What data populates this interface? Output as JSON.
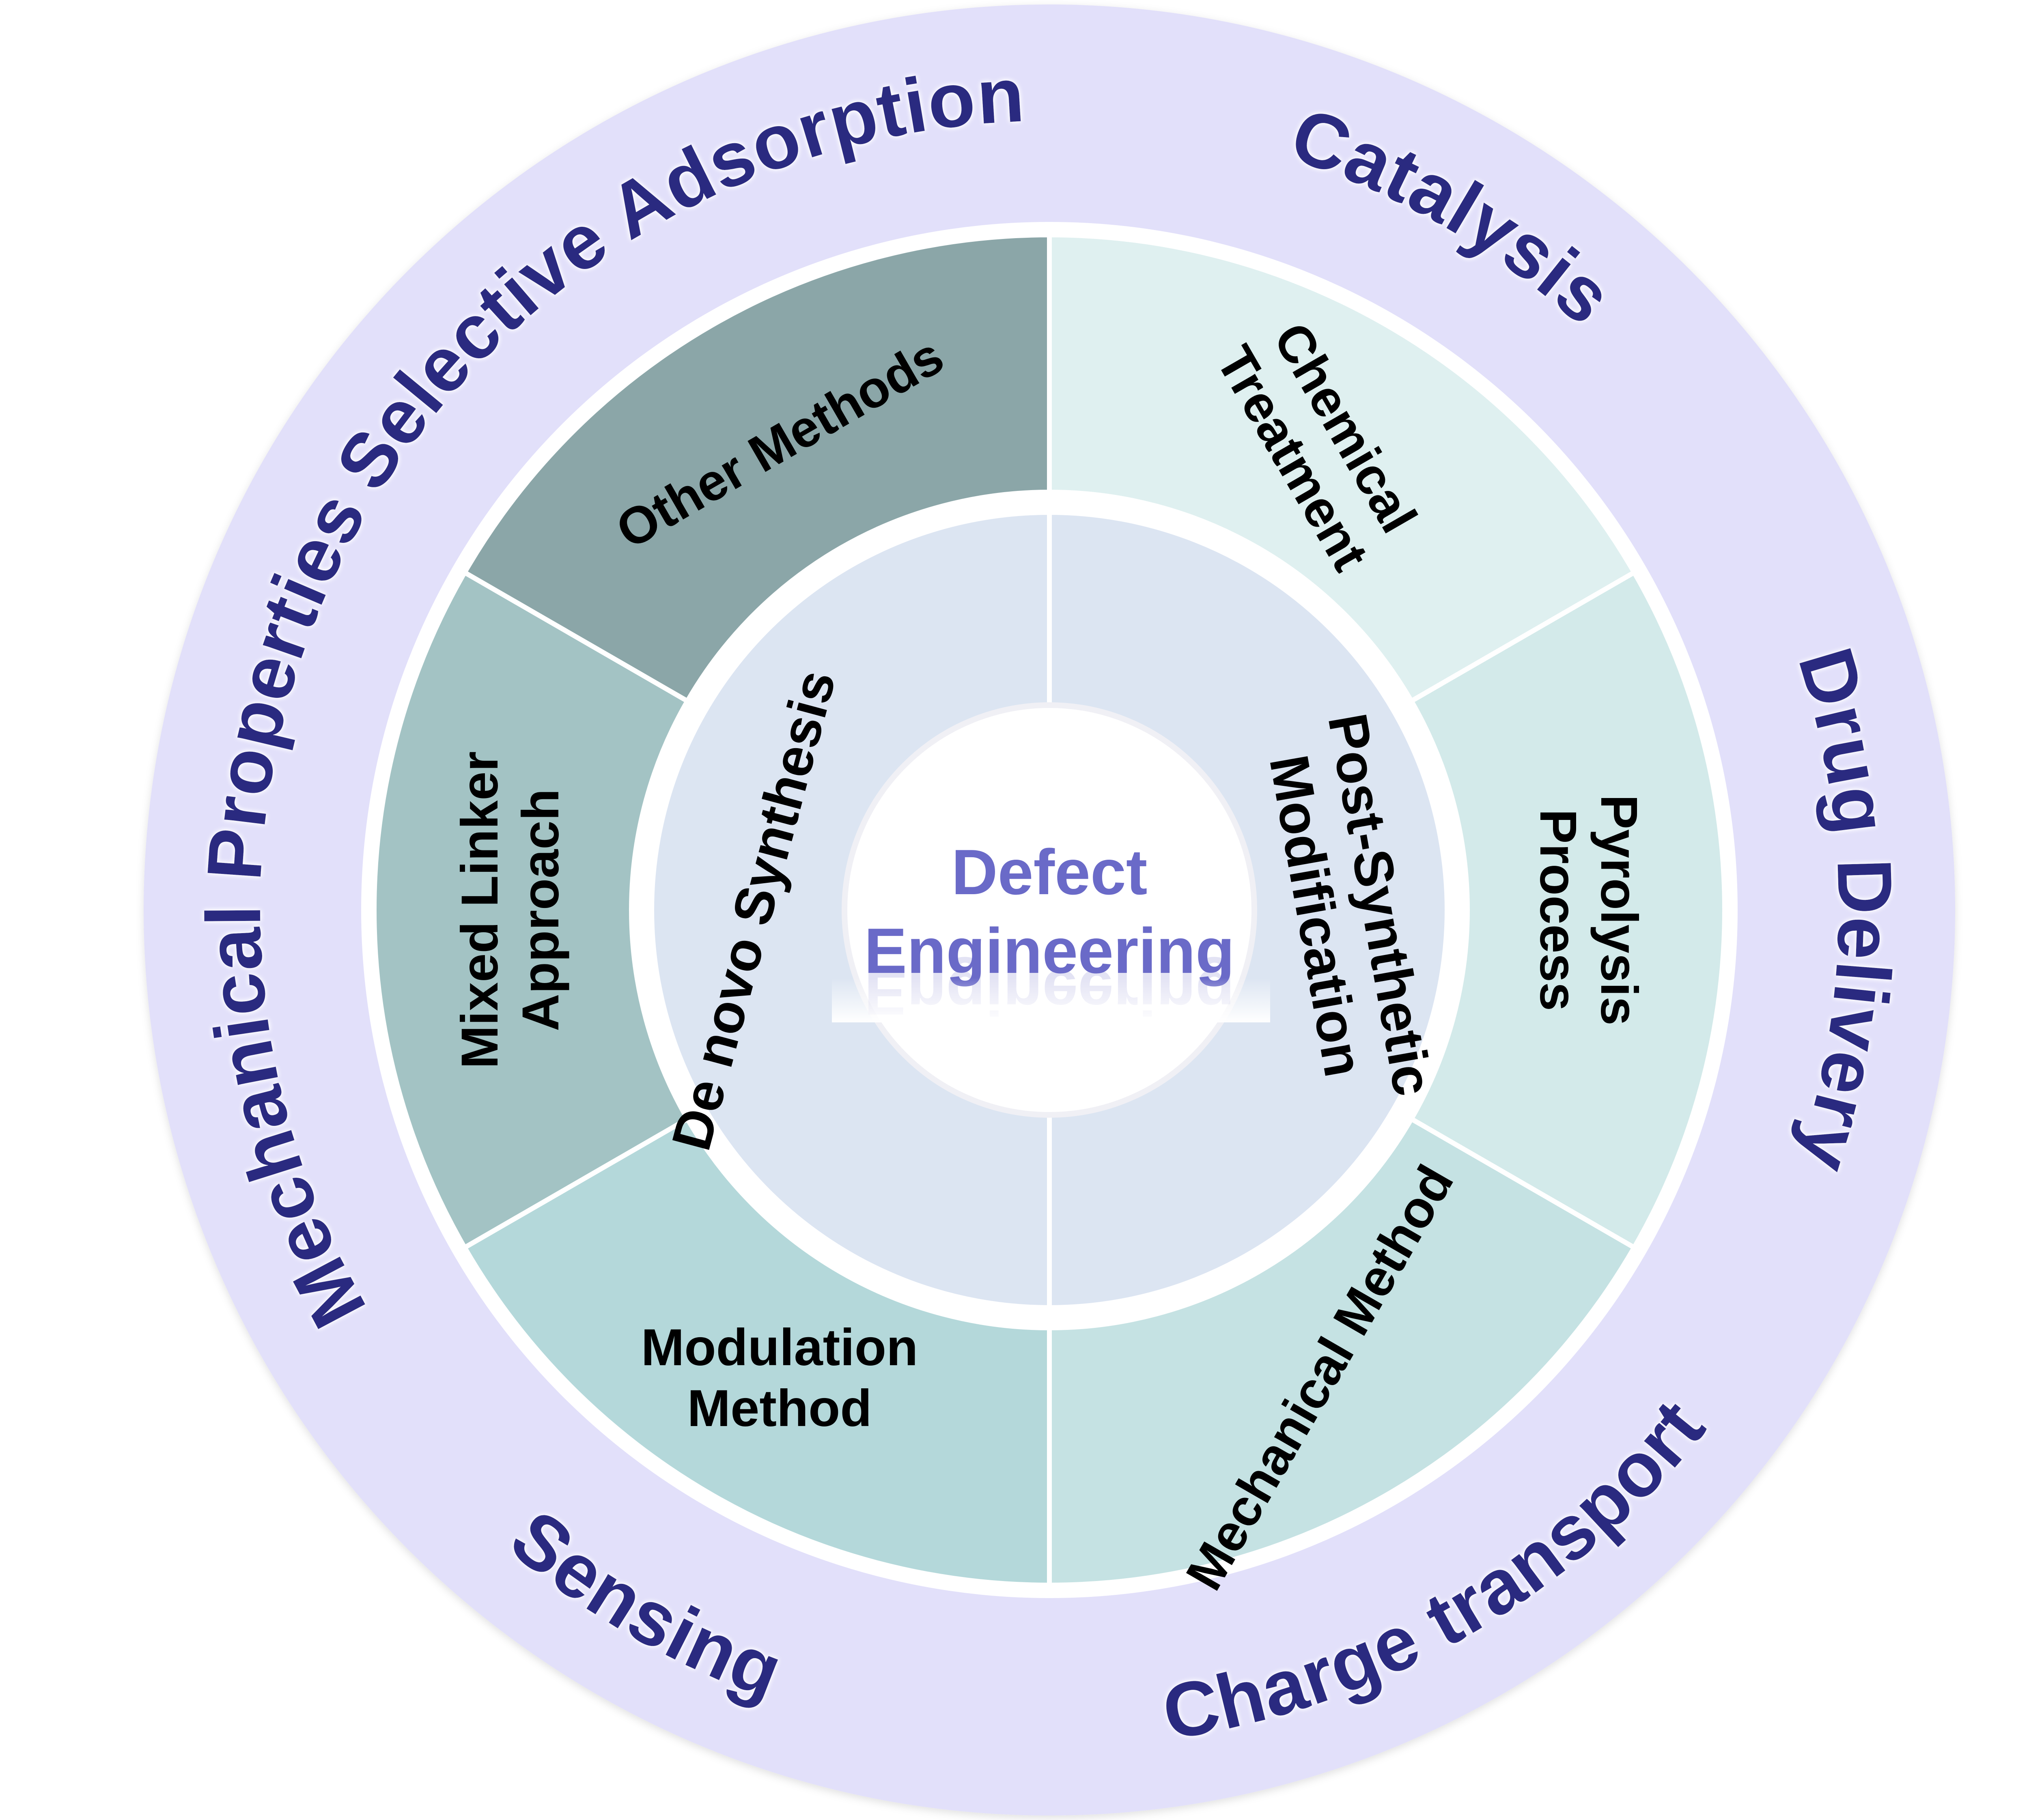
{
  "center": {
    "line1": "Defect",
    "line2": "Engineering",
    "color": "#6a6ac8"
  },
  "routes": [
    {
      "label": "De novo Synthesis",
      "color": "#dce5f2"
    },
    {
      "label": "Post-Synthetic Modification",
      "lines": [
        "Post-Synthetic",
        "Modification"
      ],
      "color": "#dce5f2"
    }
  ],
  "methods": [
    {
      "lines": [
        "Chemical",
        "Treatment"
      ],
      "color": "#dff0f0"
    },
    {
      "lines": [
        "Pyrolysis",
        "Process"
      ],
      "color": "#d3eaea"
    },
    {
      "lines": [
        "Mechanical Method"
      ],
      "color": "#c5e2e3"
    },
    {
      "lines": [
        "Modulation",
        "Method"
      ],
      "color": "#b4d8da"
    },
    {
      "lines": [
        "Mixed Linker",
        "Approach"
      ],
      "color": "#a3c3c4"
    },
    {
      "lines": [
        "Other Methods"
      ],
      "color": "#8ba6a8"
    }
  ],
  "applications": [
    {
      "label": "Catalysis"
    },
    {
      "label": "Drug Delivery"
    },
    {
      "label": "Charge transport"
    },
    {
      "label": "Sensing"
    },
    {
      "label": "Mechanical Properties"
    },
    {
      "label": "Selective Adsorption"
    }
  ],
  "colors": {
    "outer_ring": "#e2e0fa",
    "application_text": "#2b2b80",
    "divider": "#ffffff"
  }
}
